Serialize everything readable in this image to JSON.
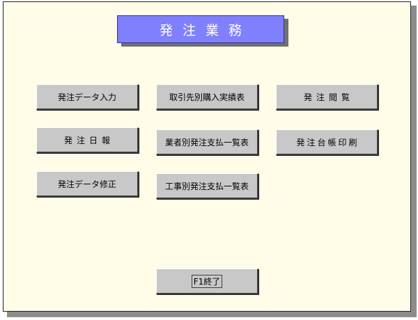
{
  "title": "発注業務",
  "menu": {
    "order_entry": "発注データ入力",
    "supplier_purchase": "取引先別購入実績表",
    "order_view": "発注閲覧",
    "order_daily": "発注日報",
    "vendor_payment": "業者別発注支払一覧表",
    "order_ledger_print": "発注台帳印刷",
    "order_edit": "発注データ修正",
    "project_payment": "工事別発注支払一覧表"
  },
  "footer": {
    "exit_label": "F1終了"
  }
}
